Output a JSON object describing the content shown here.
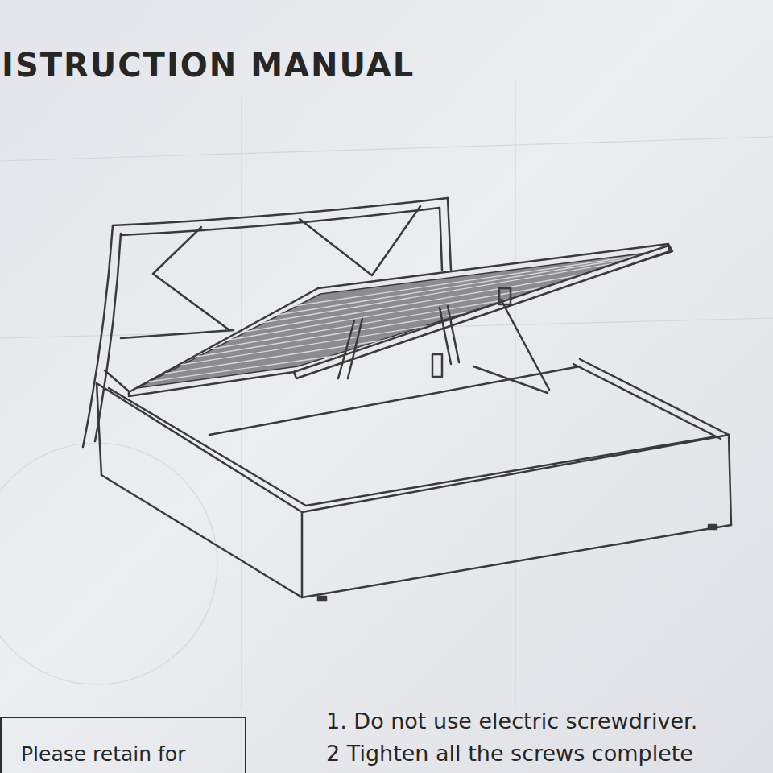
{
  "diagram": {
    "title": "ISTRUCTION MANUAL",
    "nodes": [
      {
        "text": [
          "Please retain for"
        ]
      }
    ],
    "labels": [
      "1. Do not use electric screwdriver.",
      "2 Tighten all the screws complete"
    ]
  }
}
